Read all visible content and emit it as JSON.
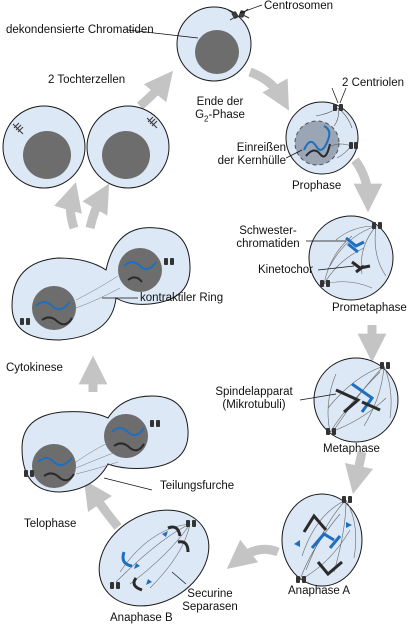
{
  "labels": {
    "centrosomen": "Centrosomen",
    "dekondensiert": "dekondensierte Chromatiden",
    "tochterzellen": "2 Tochterzellen",
    "ende_g2_line1": "Ende der",
    "ende_g2_line2": "G",
    "ende_g2_sub": "2",
    "ende_g2_line2b": "-Phase",
    "centriolen": "2 Centriolen",
    "einreissen_line1": "Einreißen",
    "einreissen_line2": "der Kernhülle",
    "prophase": "Prophase",
    "schwester_line1": "Schwester-",
    "schwester_line2": "chromatiden",
    "kinetochor": "Kinetochor",
    "prometaphase": "Prometaphase",
    "kontraktiler": "kontraktiler Ring",
    "cytokinese": "Cytokinese",
    "spindel_line1": "Spindelapparat",
    "spindel_line2": "(Mikrotubuli)",
    "metaphase": "Metaphase",
    "teilungsfurche": "Teilungsfurche",
    "telophase": "Telophase",
    "anaphase_a": "Anaphase A",
    "securine": "Securine",
    "separasen": "Separasen",
    "anaphase_b": "Anaphase B"
  },
  "colors": {
    "cell_fill": "#dce8f5",
    "cell_stroke": "#1a1a1a",
    "nucleus": "#6d6d6d",
    "arrow": "#c4c4c4",
    "chromatid_blue": "#1f6fbf",
    "chromatid_dark": "#2a2a2a",
    "spindle": "#6a6a6a"
  }
}
